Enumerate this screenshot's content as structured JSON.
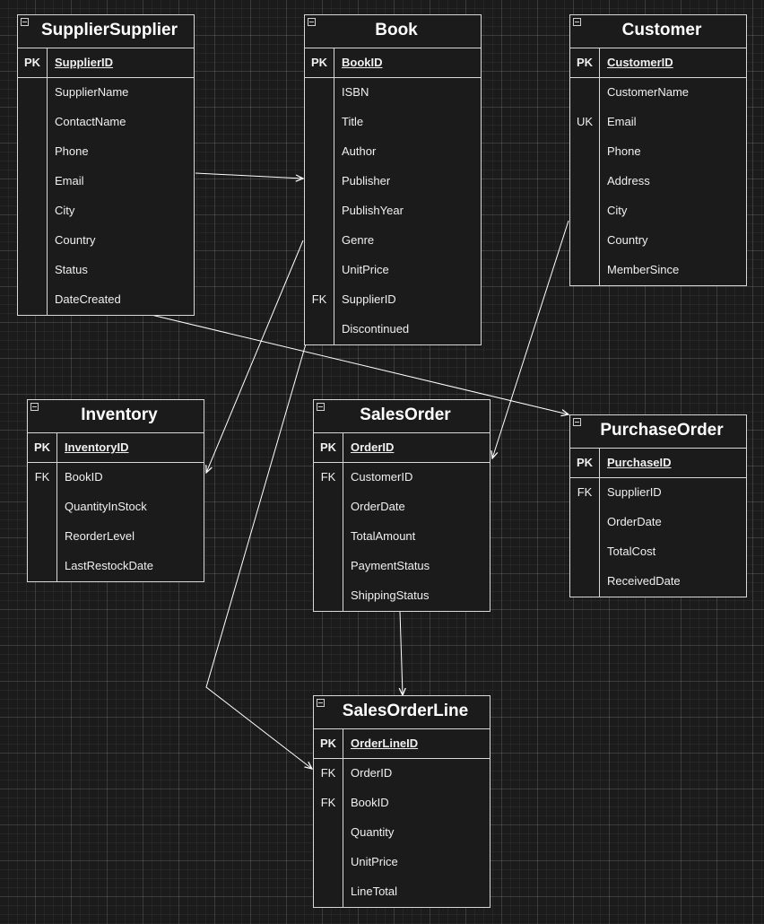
{
  "entities": [
    {
      "id": "suppliersupplier",
      "title": "SupplierSupplier",
      "pk": {
        "key": "PK",
        "name": "SupplierID"
      },
      "fields": [
        {
          "key": "",
          "name": "SupplierName"
        },
        {
          "key": "",
          "name": "ContactName"
        },
        {
          "key": "",
          "name": "Phone"
        },
        {
          "key": "",
          "name": "Email"
        },
        {
          "key": "",
          "name": "City"
        },
        {
          "key": "",
          "name": "Country"
        },
        {
          "key": "",
          "name": "Status"
        },
        {
          "key": "",
          "name": "DateCreated"
        }
      ]
    },
    {
      "id": "book",
      "title": "Book",
      "pk": {
        "key": "PK",
        "name": "BookID"
      },
      "fields": [
        {
          "key": "",
          "name": "ISBN"
        },
        {
          "key": "",
          "name": "Title"
        },
        {
          "key": "",
          "name": "Author"
        },
        {
          "key": "",
          "name": "Publisher"
        },
        {
          "key": "",
          "name": "PublishYear"
        },
        {
          "key": "",
          "name": "Genre"
        },
        {
          "key": "",
          "name": "UnitPrice"
        },
        {
          "key": "FK",
          "name": "SupplierID"
        },
        {
          "key": "",
          "name": "Discontinued"
        }
      ]
    },
    {
      "id": "customer",
      "title": "Customer",
      "pk": {
        "key": "PK",
        "name": "CustomerID"
      },
      "fields": [
        {
          "key": "",
          "name": "CustomerName"
        },
        {
          "key": "UK",
          "name": "Email"
        },
        {
          "key": "",
          "name": "Phone"
        },
        {
          "key": "",
          "name": "Address"
        },
        {
          "key": "",
          "name": "City"
        },
        {
          "key": "",
          "name": "Country"
        },
        {
          "key": "",
          "name": "MemberSince"
        }
      ]
    },
    {
      "id": "inventory",
      "title": "Inventory",
      "pk": {
        "key": "PK",
        "name": "InventoryID"
      },
      "fields": [
        {
          "key": "FK",
          "name": "BookID"
        },
        {
          "key": "",
          "name": "QuantityInStock"
        },
        {
          "key": "",
          "name": "ReorderLevel"
        },
        {
          "key": "",
          "name": "LastRestockDate"
        }
      ]
    },
    {
      "id": "salesorder",
      "title": "SalesOrder",
      "pk": {
        "key": "PK",
        "name": "OrderID"
      },
      "fields": [
        {
          "key": "FK",
          "name": "CustomerID"
        },
        {
          "key": "",
          "name": "OrderDate"
        },
        {
          "key": "",
          "name": "TotalAmount"
        },
        {
          "key": "",
          "name": "PaymentStatus"
        },
        {
          "key": "",
          "name": "ShippingStatus"
        }
      ]
    },
    {
      "id": "purchaseorder",
      "title": "PurchaseOrder",
      "pk": {
        "key": "PK",
        "name": "PurchaseID"
      },
      "fields": [
        {
          "key": "FK",
          "name": "SupplierID"
        },
        {
          "key": "",
          "name": "OrderDate"
        },
        {
          "key": "",
          "name": "TotalCost"
        },
        {
          "key": "",
          "name": "ReceivedDate"
        }
      ]
    },
    {
      "id": "salesorderline",
      "title": "SalesOrderLine",
      "pk": {
        "key": "PK",
        "name": "OrderLineID"
      },
      "fields": [
        {
          "key": "FK",
          "name": "OrderID"
        },
        {
          "key": "FK",
          "name": "BookID"
        },
        {
          "key": "",
          "name": "Quantity"
        },
        {
          "key": "",
          "name": "UnitPrice"
        },
        {
          "key": "",
          "name": "LineTotal"
        }
      ]
    }
  ],
  "relationships": [
    {
      "from": "suppliersupplier",
      "to": "book"
    },
    {
      "from": "book",
      "to": "inventory"
    },
    {
      "from": "customer",
      "to": "salesorder"
    },
    {
      "from": "suppliersupplier",
      "to": "purchaseorder"
    },
    {
      "from": "salesorder",
      "to": "salesorderline"
    },
    {
      "from": "book",
      "to": "salesorderline"
    }
  ],
  "colors": {
    "background": "#1b1b1b",
    "line": "#ffffff",
    "border": "#d8d8d8"
  }
}
